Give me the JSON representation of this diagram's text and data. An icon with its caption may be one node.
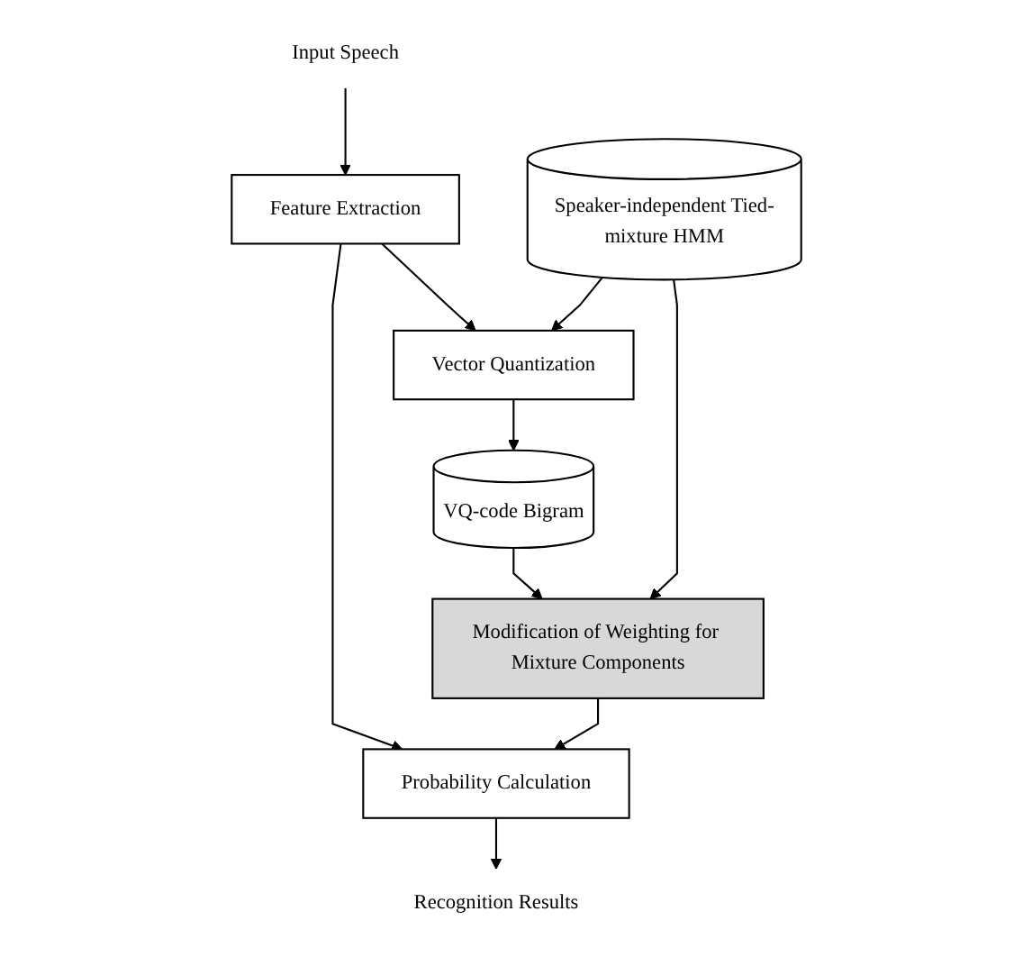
{
  "diagram": {
    "nodes": [
      {
        "text": [
          "Input Speech"
        ]
      },
      {
        "text": [
          "Feature Extraction"
        ]
      },
      {
        "text": [
          "Vector Quantization"
        ]
      },
      {
        "text": [
          "VQ-code Bigram"
        ]
      },
      {
        "text": [
          "Probability Calculation"
        ]
      },
      {
        "text": [
          "Modification of Weighting for Mixture Components"
        ]
      },
      {
        "text": [
          "Speaker-independent Tied-mixture HMM"
        ]
      },
      {
        "text": [
          "Recognition Results"
        ]
      }
    ],
    "edges": [
      {
        "from": 0,
        "to": 1,
        "arrow": "to"
      },
      {
        "from": 1,
        "to": 2,
        "arrow": "to"
      },
      {
        "from": 1,
        "to": 4,
        "arrow": "to"
      },
      {
        "from": 2,
        "to": 3,
        "arrow": "to"
      },
      {
        "from": 3,
        "to": 5,
        "arrow": "to"
      },
      {
        "from": 5,
        "to": 4,
        "arrow": "to"
      },
      {
        "from": 6,
        "to": 5,
        "arrow": "to"
      },
      {
        "from": 6,
        "to": 2,
        "arrow": "to"
      },
      {
        "from": 4,
        "to": 7,
        "arrow": "to"
      }
    ]
  }
}
